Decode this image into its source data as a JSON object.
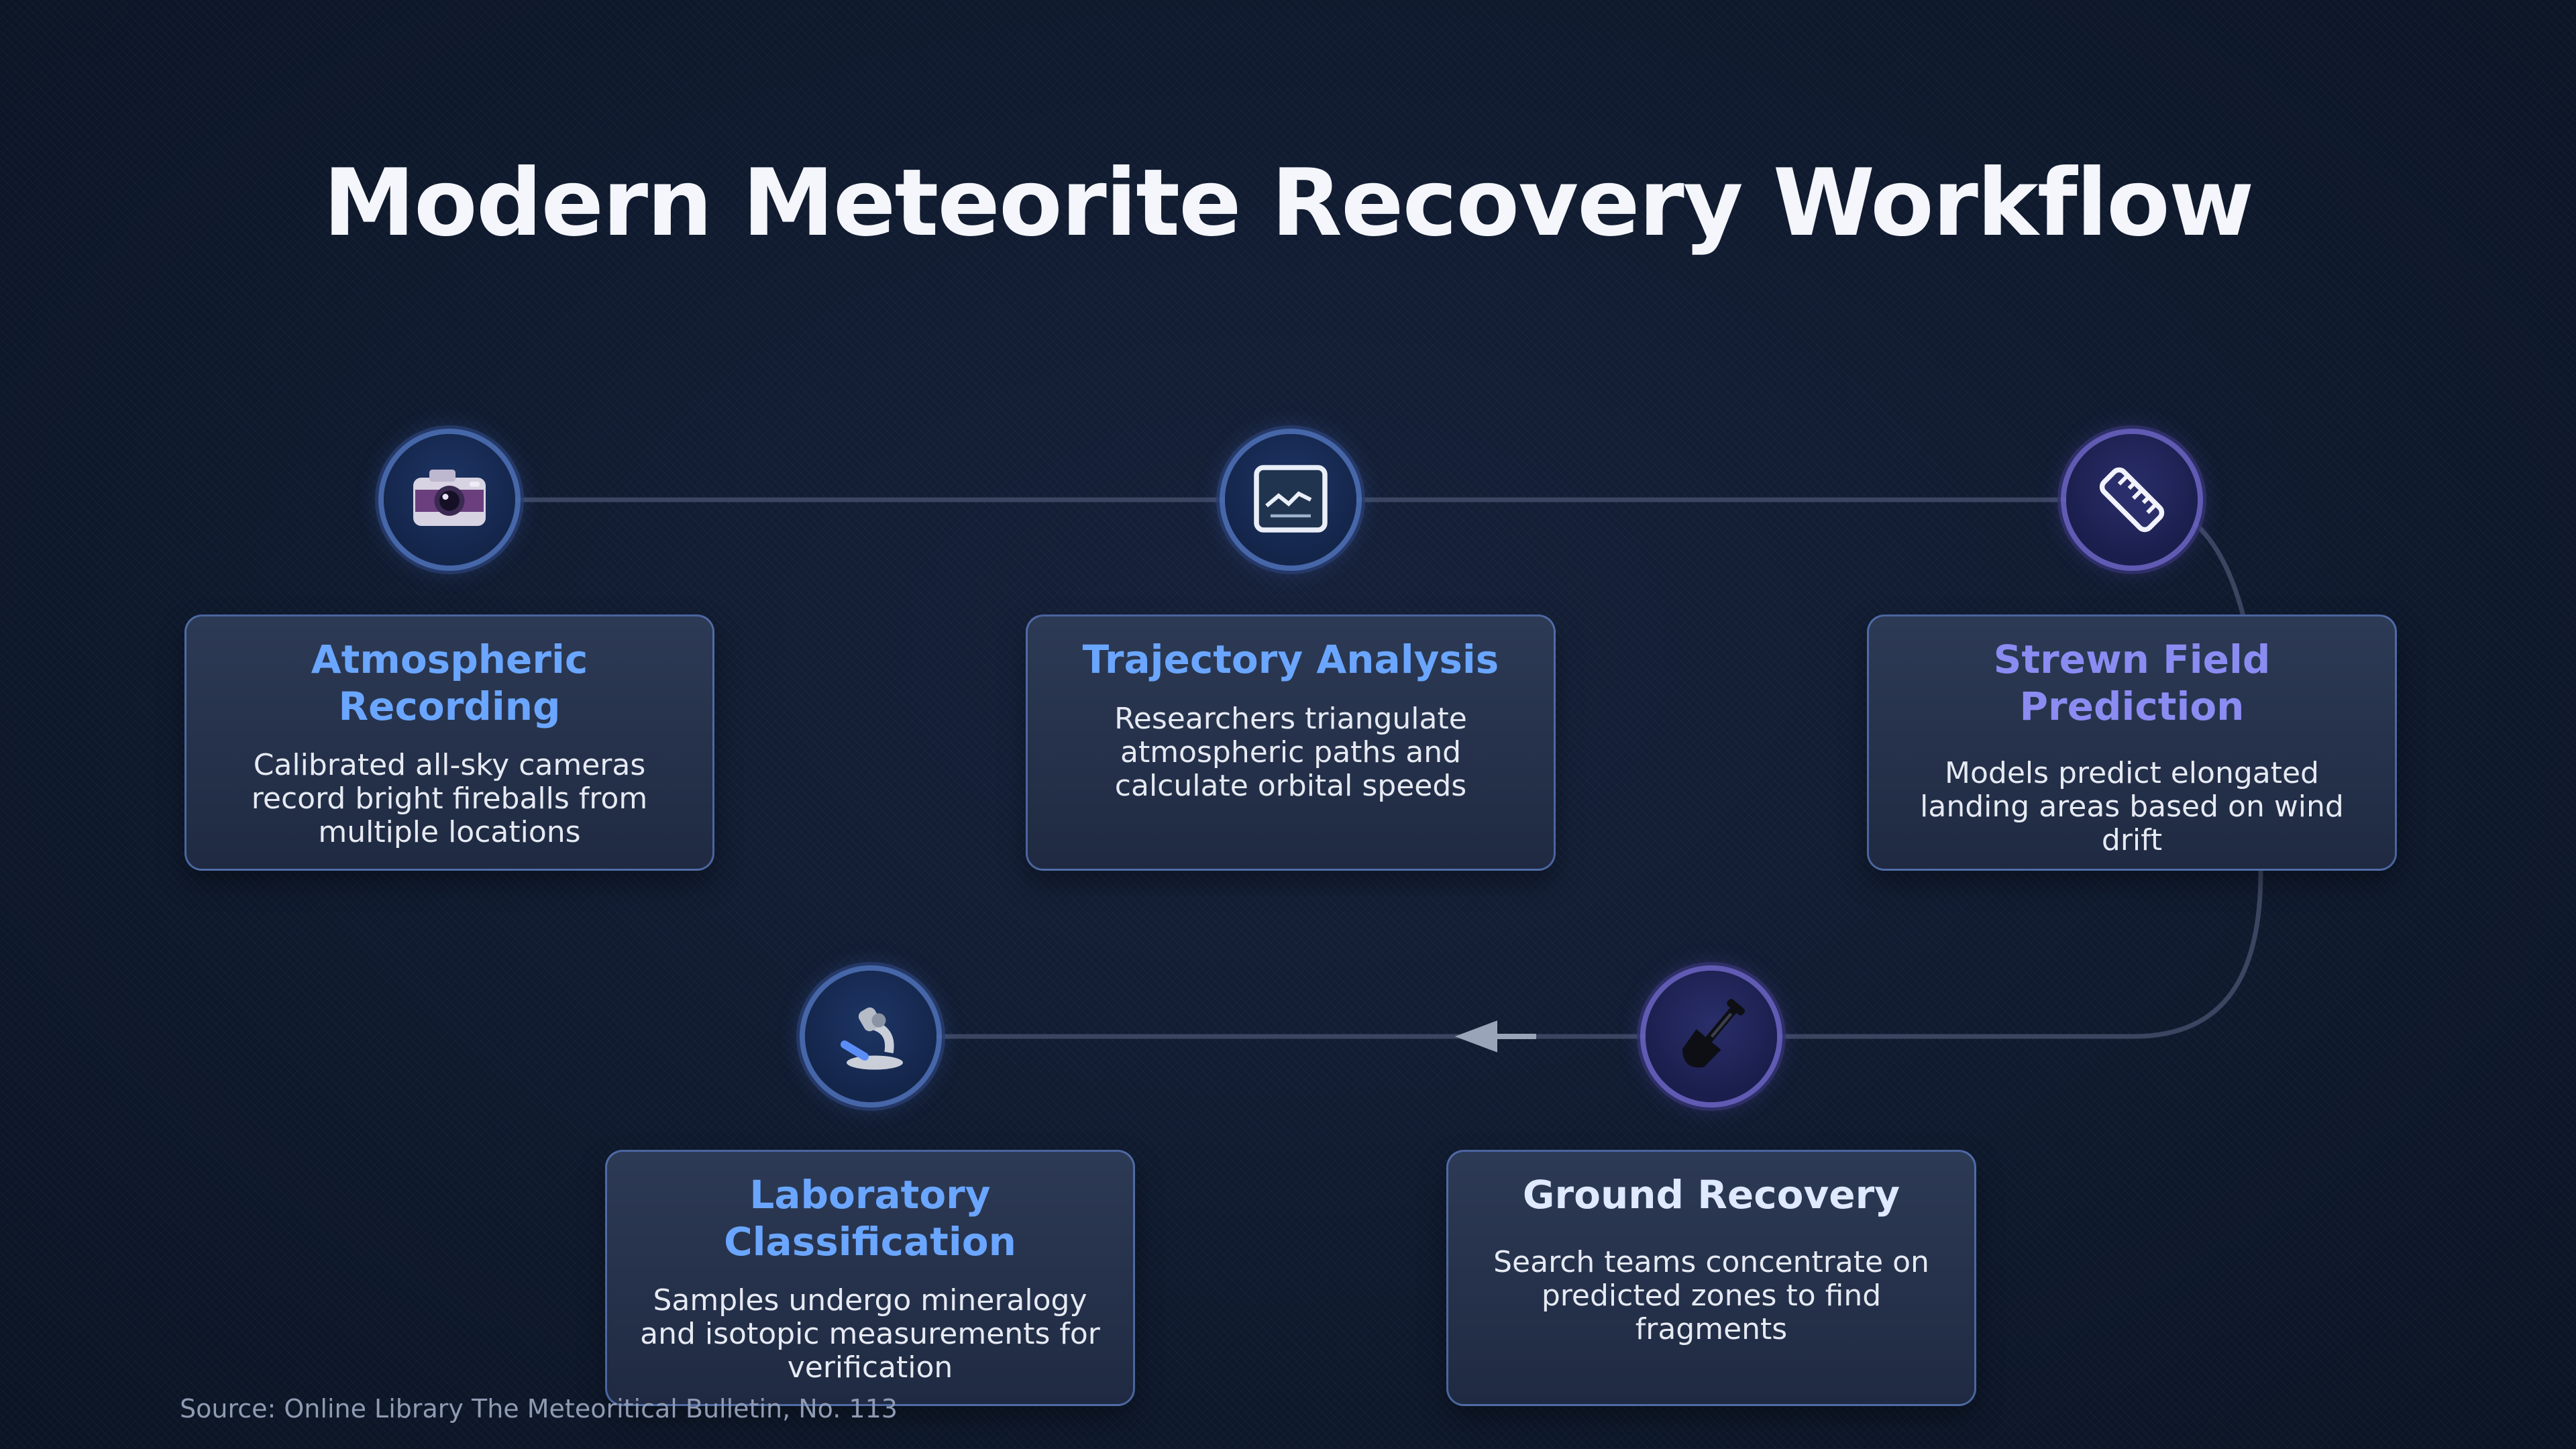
{
  "title": "Modern Meteorite Recovery Workflow",
  "steps": [
    {
      "title": "Atmospheric Recording",
      "description": "Calibrated all-sky cameras record bright fireballs from multiple locations",
      "icon": "camera-icon"
    },
    {
      "title": "Trajectory Analysis",
      "description": "Researchers triangulate atmospheric paths and calculate orbital speeds",
      "icon": "trajectory-chart-icon"
    },
    {
      "title": "Strewn Field Prediction",
      "description": "Models predict elongated landing areas based on wind drift",
      "icon": "ruler-icon"
    },
    {
      "title": "Ground Recovery",
      "description": "Search teams concentrate on predicted zones to find fragments",
      "icon": "shovel-icon"
    },
    {
      "title": "Laboratory Classification",
      "description": "Samples undergo mineralogy and isotopic measurements for verification",
      "icon": "microscope-icon"
    }
  ],
  "source": "Source: Online Library The Meteoritical Bulletin, No. 113",
  "colors": {
    "background": "#0f1a2e",
    "card": "#26324b",
    "accent_blue": "#6aa6ff",
    "accent_violet": "#8b8cf2",
    "connector": "#3a4560"
  }
}
